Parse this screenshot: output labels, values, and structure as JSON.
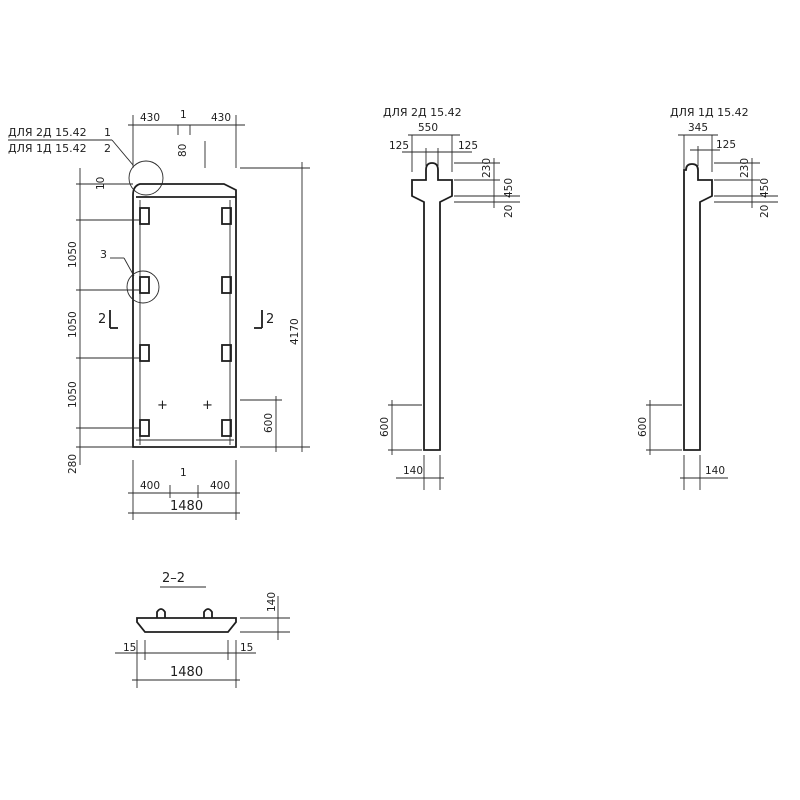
{
  "labels": {
    "callout_1": "ДЛЯ 2Д 15.42",
    "callout_1_num": "1",
    "callout_2": "ДЛЯ 1Д 15.42",
    "callout_2_num": "2",
    "section_title": "2–2",
    "detail_mark": "3",
    "view_2d_title": "ДЛЯ 2Д 15.42",
    "view_1d_title": "ДЛЯ 1Д 15.42",
    "cut_left": "2",
    "cut_right": "2",
    "mark_1_top": "1",
    "mark_1_bottom": "1"
  },
  "dims": {
    "main": {
      "top_left": "430",
      "top_right": "430",
      "top_80": "80",
      "left_10": "10",
      "seg_1050_a": "1050",
      "seg_1050_b": "1050",
      "seg_1050_c": "1050",
      "bottom_280": "280",
      "height_4170": "4170",
      "right_600": "600",
      "bottom_400_left": "400",
      "bottom_400_right": "400",
      "width_1480": "1480"
    },
    "view_2d": {
      "w550": "550",
      "w125_left": "125",
      "w125_right": "125",
      "h230": "230",
      "h450": "450",
      "h20": "20",
      "h600": "600",
      "w140": "140"
    },
    "view_1d": {
      "w345": "345",
      "w125": "125",
      "h230": "230",
      "h450": "450",
      "h20": "20",
      "h600": "600",
      "w140": "140"
    },
    "section": {
      "h140": "140",
      "w15_left": "15",
      "w15_right": "15",
      "w1480": "1480"
    }
  }
}
